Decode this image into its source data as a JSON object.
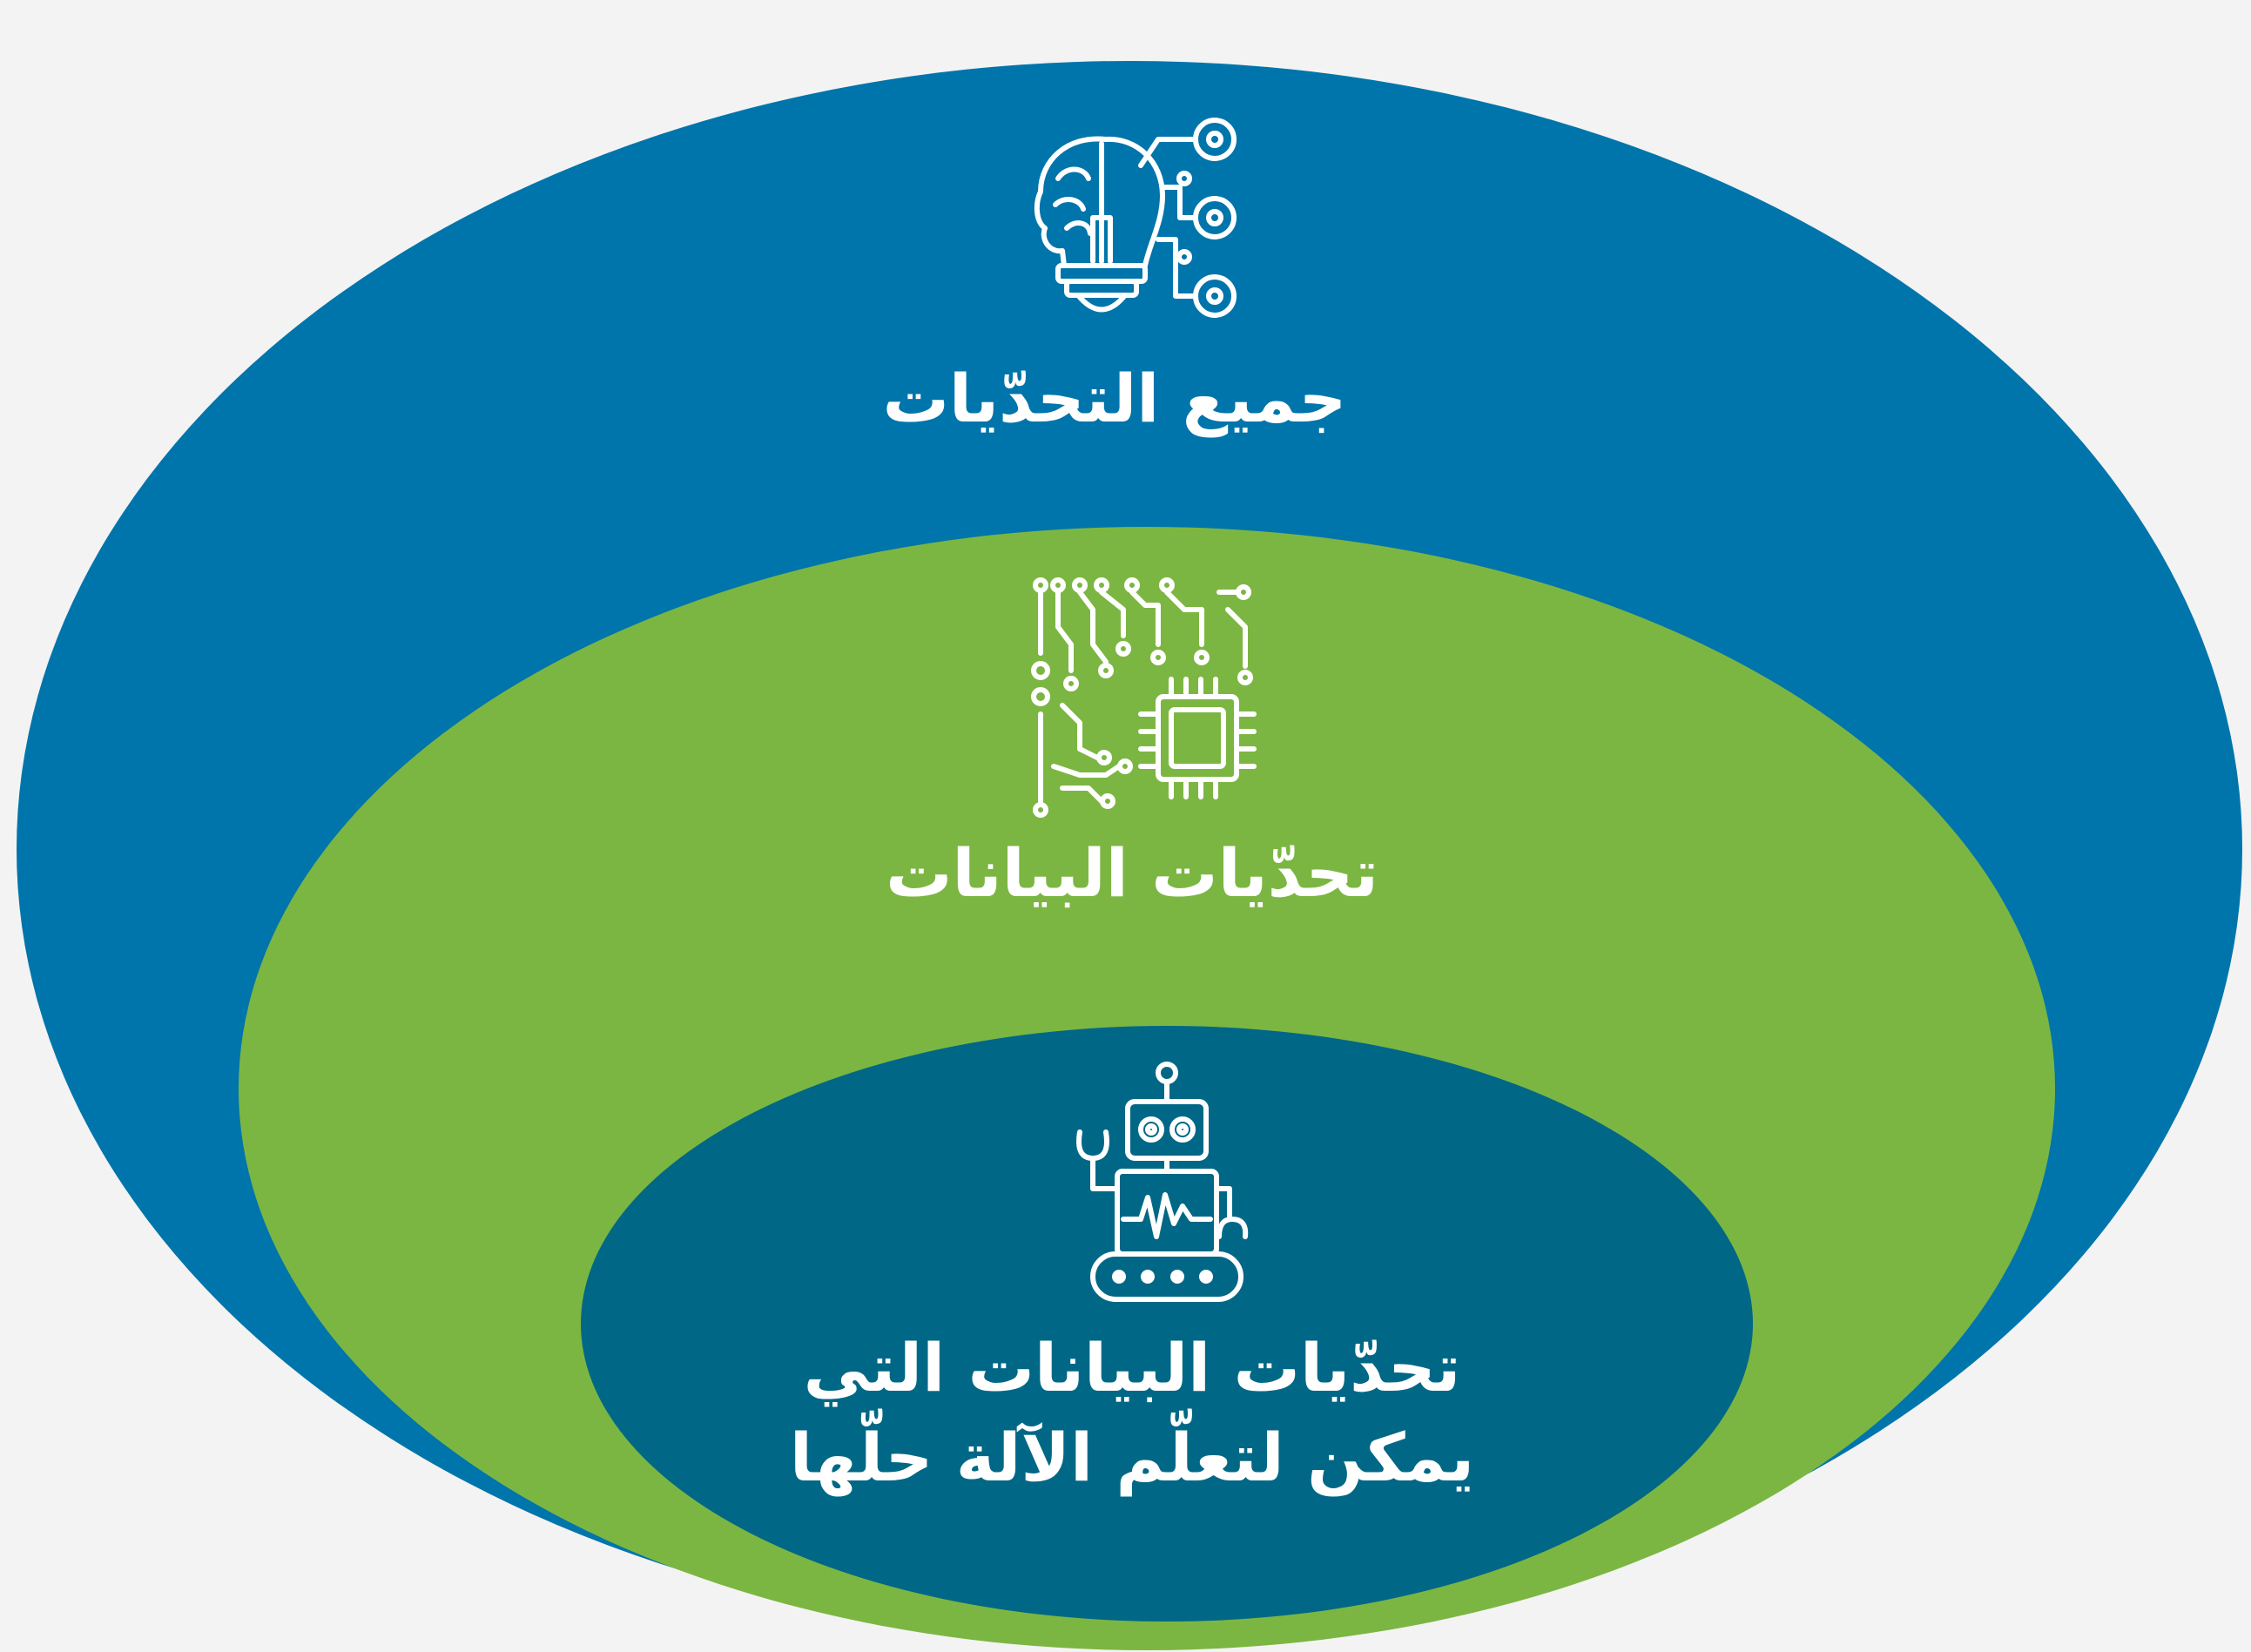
{
  "colors": {
    "background": "#f3f3f3",
    "outer_ellipse": "#0075ab",
    "middle_ellipse": "#7cb642",
    "inner_ellipse": "#006886",
    "text": "#ffffff"
  },
  "levels": {
    "outer": {
      "title": "جميع التحدّيات",
      "icon": "ai-brain-circuit-icon"
    },
    "middle": {
      "title": "تحدّيات البيانات",
      "icon": "circuit-chip-icon"
    },
    "inner": {
      "title_line1": "تحدّيات البيانات التي",
      "title_line2": "يمكن لتعلّم الآلة حلّها",
      "icon": "robot-icon"
    }
  }
}
